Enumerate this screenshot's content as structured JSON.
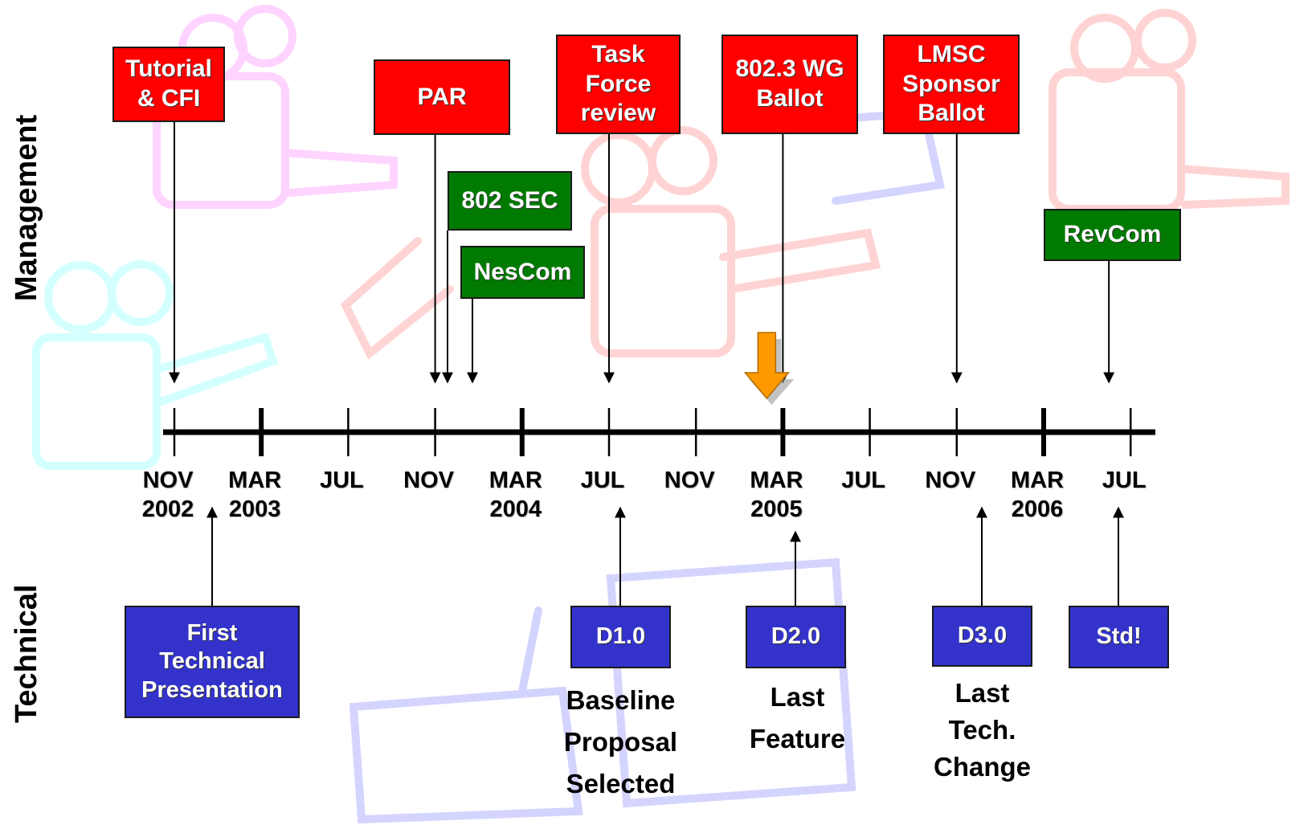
{
  "labels": {
    "management": "Management",
    "technical": "Technical"
  },
  "ticks": [
    {
      "month": "NOV",
      "year": "2002"
    },
    {
      "month": "MAR",
      "year": "2003"
    },
    {
      "month": "JUL",
      "year": ""
    },
    {
      "month": "NOV",
      "year": ""
    },
    {
      "month": "MAR",
      "year": "2004"
    },
    {
      "month": "JUL",
      "year": ""
    },
    {
      "month": "NOV",
      "year": ""
    },
    {
      "month": "MAR",
      "year": "2005"
    },
    {
      "month": "JUL",
      "year": ""
    },
    {
      "month": "NOV",
      "year": ""
    },
    {
      "month": "MAR",
      "year": "2006"
    },
    {
      "month": "JUL",
      "year": ""
    }
  ],
  "management_events": [
    {
      "id": "tutorial-cfi",
      "lines": [
        "Tutorial",
        "& CFI"
      ],
      "color": "red",
      "date": "NOV 2002"
    },
    {
      "id": "par",
      "lines": [
        "PAR"
      ],
      "color": "red",
      "date": "NOV 2003"
    },
    {
      "id": "802-sec",
      "lines": [
        "802 SEC"
      ],
      "color": "green",
      "date": "NOV 2003"
    },
    {
      "id": "nescom",
      "lines": [
        "NesCom"
      ],
      "color": "green",
      "date": "DEC 2003"
    },
    {
      "id": "task-force-review",
      "lines": [
        "Task",
        "Force",
        "review"
      ],
      "color": "red",
      "date": "JUL 2004"
    },
    {
      "id": "802-3-wg-ballot",
      "lines": [
        "802.3 WG",
        "Ballot"
      ],
      "color": "red",
      "date": "MAR 2005"
    },
    {
      "id": "lmsc-sponsor-ballot",
      "lines": [
        "LMSC",
        "Sponsor",
        "Ballot"
      ],
      "color": "red",
      "date": "NOV 2005"
    },
    {
      "id": "revcom",
      "lines": [
        "RevCom"
      ],
      "color": "green",
      "date": "JUN 2006"
    }
  ],
  "technical_events": [
    {
      "id": "first-technical-presentation",
      "lines": [
        "First",
        "Technical",
        "Presentation"
      ],
      "color": "blue",
      "date": "DEC 2002"
    },
    {
      "id": "d1-0",
      "lines": [
        "D1.0"
      ],
      "color": "blue",
      "note": [
        "Baseline",
        "Proposal",
        "Selected"
      ],
      "date": "JUL 2004"
    },
    {
      "id": "d2-0",
      "lines": [
        "D2.0"
      ],
      "color": "blue",
      "note": [
        "Last",
        "Feature"
      ],
      "date": "MAR 2005"
    },
    {
      "id": "d3-0",
      "lines": [
        "D3.0"
      ],
      "color": "blue",
      "note": [
        "Last",
        "Tech.",
        "Change"
      ],
      "date": "NOV 2005"
    },
    {
      "id": "std",
      "lines": [
        "Std!"
      ],
      "color": "blue",
      "date": "JUL 2006"
    }
  ],
  "current_marker": {
    "date": "FEB 2005",
    "color": "#ff9900"
  },
  "colors": {
    "red": "#ff0000",
    "green": "#007a00",
    "blue": "#3333cc",
    "marker": "#ff9900"
  }
}
